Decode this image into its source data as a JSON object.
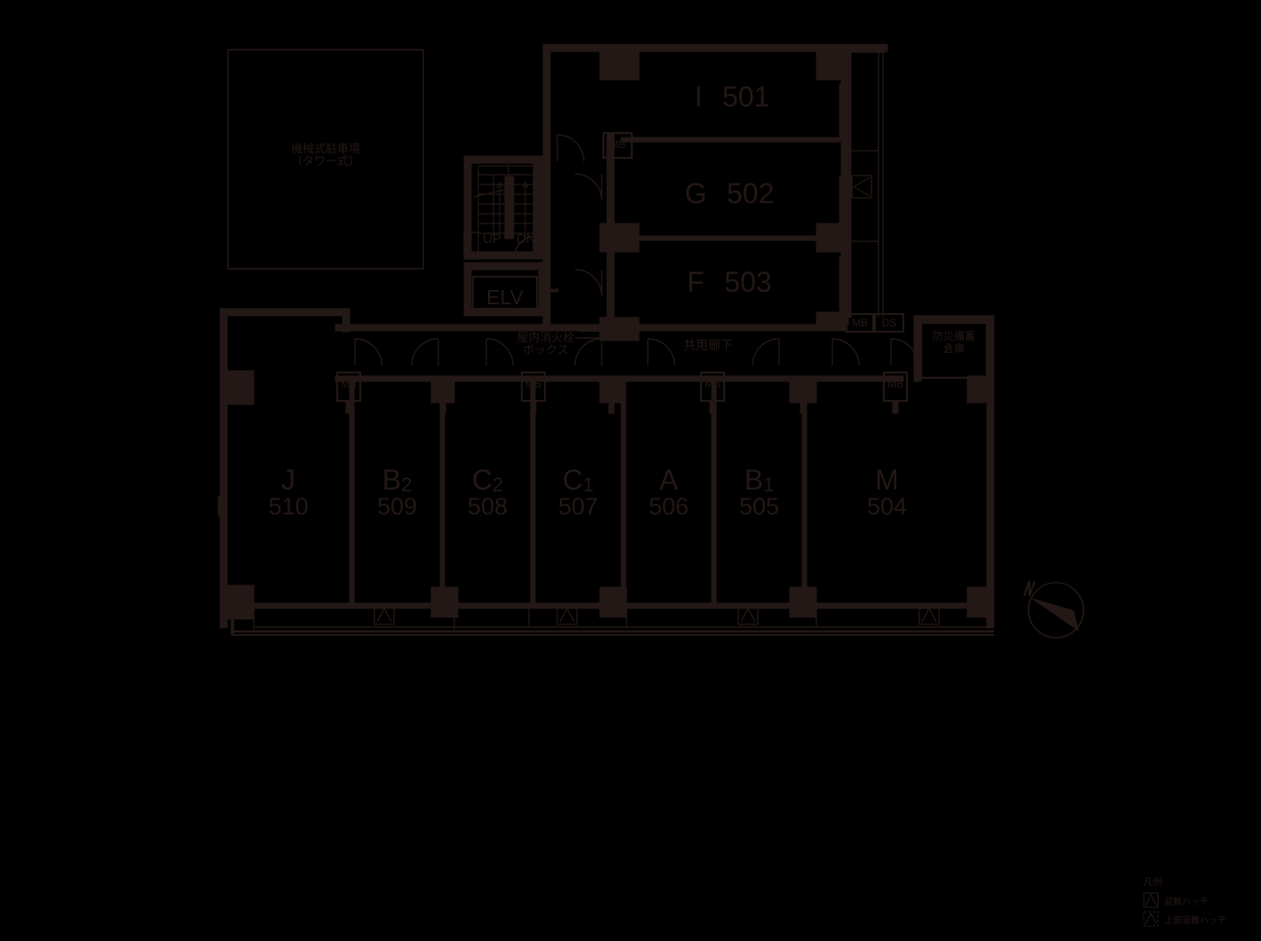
{
  "plan": {
    "title_parking": "機械式駐車場",
    "title_parking_sub": "（タワー式）",
    "corridor": "共用廊下",
    "hydrant_line1": "屋内消火栓",
    "hydrant_line2": "ボックス",
    "storage_line1": "防災備蓄",
    "storage_line2": "倉庫",
    "elevator": "ELV",
    "stair_up": "UP",
    "stair_dn": "DN",
    "shaft_mb": "MB",
    "shaft_ds": "DS",
    "compass": "N"
  },
  "upper_units": [
    {
      "letter": "I",
      "sub": "",
      "number": "501"
    },
    {
      "letter": "G",
      "sub": "",
      "number": "502"
    },
    {
      "letter": "F",
      "sub": "",
      "number": "503"
    }
  ],
  "lower_units": [
    {
      "letter": "J",
      "sub": "",
      "number": "510"
    },
    {
      "letter": "B",
      "sub": "2",
      "number": "509"
    },
    {
      "letter": "C",
      "sub": "2",
      "number": "508"
    },
    {
      "letter": "C",
      "sub": "1",
      "number": "507"
    },
    {
      "letter": "A",
      "sub": "",
      "number": "506"
    },
    {
      "letter": "B",
      "sub": "1",
      "number": "505"
    },
    {
      "letter": "M",
      "sub": "",
      "number": "504"
    }
  ],
  "shafts": {
    "mb_label": "MB",
    "ds_label": "DS"
  },
  "legend": {
    "title": "凡例",
    "items": [
      {
        "label": "避難ハッチ"
      },
      {
        "label": "上部避難ハッチ"
      }
    ]
  },
  "colors": {
    "ink": "#231815",
    "background": "#000000"
  }
}
